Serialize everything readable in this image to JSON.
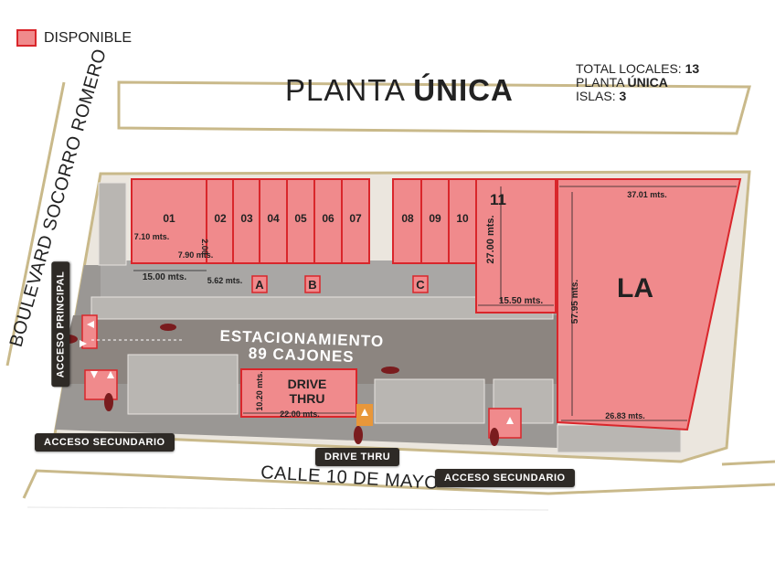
{
  "legend": {
    "label": "DISPONIBLE",
    "color": "#f08a8c",
    "border": "#d9262b"
  },
  "title": {
    "prefix": "PLANTA ",
    "bold": "ÚNICA"
  },
  "stats": {
    "total_label": "TOTAL LOCALES: ",
    "total_value": "13",
    "planta_label": "PLANTA ",
    "planta_value": "ÚNICA",
    "islas_label": "ISLAS: ",
    "islas_value": "3"
  },
  "streets": {
    "boulevard": "BOULEVARD SOCORRO ROMERO",
    "calle": "CALLE 10 DE MAYO"
  },
  "accesses": {
    "principal": "ACCESO PRINCIPAL",
    "secundario_1": "ACCESO SECUNDARIO",
    "secundario_2": "ACCESO SECUNDARIO",
    "drive_thru": "DRIVE THRU"
  },
  "locales": [
    "01",
    "02",
    "03",
    "04",
    "05",
    "06",
    "07",
    "08",
    "09",
    "10",
    "11",
    "LA"
  ],
  "islands": [
    "A",
    "B",
    "C"
  ],
  "parking": {
    "line1": "ESTACIONAMIENTO",
    "line2": "89 CAJONES"
  },
  "drive_thru_block": {
    "line1": "DRIVE",
    "line2": "THRU",
    "width": "22.00 mts.",
    "depth": "10.20 mts."
  },
  "dimensions": {
    "d_710": "7.10 mts.",
    "d_790": "7.90 mts.",
    "d_200": "2.00",
    "d_1500": "15.00 mts.",
    "d_562": "5.62 mts.",
    "d_2700": "27.00 mts.",
    "d_1550": "15.50 mts.",
    "d_3701": "37.01 mts.",
    "d_5795": "57.95 mts.",
    "d_2683": "26.83 mts."
  }
}
